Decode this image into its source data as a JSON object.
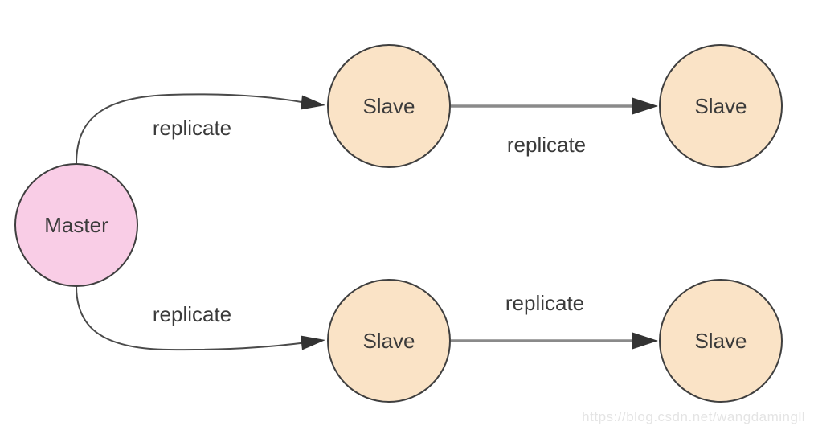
{
  "diagram": {
    "type": "replication-topology",
    "nodes": [
      {
        "id": "master",
        "label": "Master",
        "fill": "#F9CDE6"
      },
      {
        "id": "slave-top-middle",
        "label": "Slave",
        "fill": "#FAE3C6"
      },
      {
        "id": "slave-top-right",
        "label": "Slave",
        "fill": "#FAE3C6"
      },
      {
        "id": "slave-bottom-middle",
        "label": "Slave",
        "fill": "#FAE3C6"
      },
      {
        "id": "slave-bottom-right",
        "label": "Slave",
        "fill": "#FAE3C6"
      }
    ],
    "edges": [
      {
        "from": "master",
        "to": "slave-top-middle",
        "label": "replicate",
        "style": "curved"
      },
      {
        "from": "slave-top-middle",
        "to": "slave-top-right",
        "label": "replicate",
        "style": "straight"
      },
      {
        "from": "master",
        "to": "slave-bottom-middle",
        "label": "replicate",
        "style": "curved"
      },
      {
        "from": "slave-bottom-middle",
        "to": "slave-bottom-right",
        "label": "replicate",
        "style": "straight"
      }
    ],
    "colors": {
      "master_fill": "#F9CDE6",
      "slave_fill": "#FAE3C6",
      "node_stroke": "#3F3F3F",
      "curved_edge_stroke": "#4A4A4A",
      "straight_edge_stroke": "#8A8A8A",
      "arrowhead_fill": "#333333",
      "label_text": "#3B3B3B",
      "background": "#FFFFFF"
    }
  },
  "watermark": {
    "text": "https://blog.csdn.net/wangdamingll",
    "color": "#E4E4E4"
  }
}
